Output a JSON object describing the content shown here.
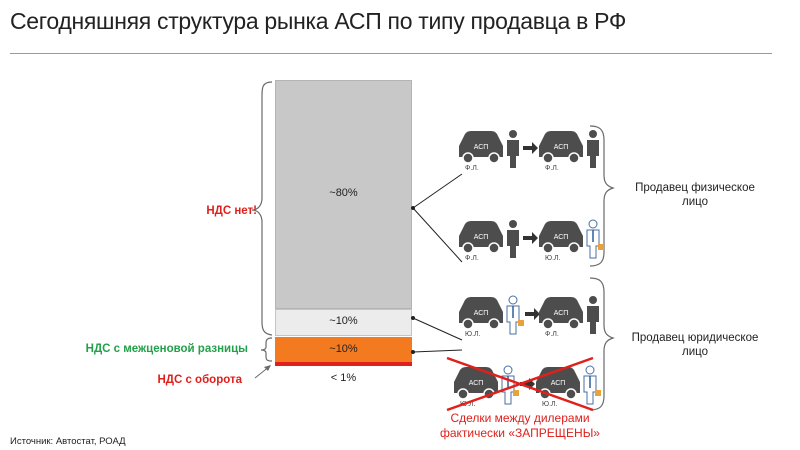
{
  "header": {
    "title": "Сегодняшняя структура рынка АСП по типу продавца в РФ"
  },
  "bar_segments": [
    {
      "pct_label": "~80%",
      "share": 0.8,
      "color": "#c8c8c8"
    },
    {
      "pct_label": "~10%",
      "share": 0.1,
      "color": "#ececec"
    },
    {
      "pct_label": "~10%",
      "share": 0.1,
      "color": "#f47a20"
    },
    {
      "pct_label": "< 1%",
      "share": 0.01,
      "color": "#e0201b"
    }
  ],
  "left_labels": {
    "no_vat": "НДС нет!",
    "vat_margin": "НДС с межценовой разницы",
    "vat_turnover": "НДС с оборота"
  },
  "sellers": {
    "individual": [
      "Продавец физическое",
      "лицо"
    ],
    "legal": [
      "Продавец юридическое",
      "лицо"
    ]
  },
  "icons": {
    "car_text": "АСП",
    "fl": "Ф.Л.",
    "ul": "Ю.Л."
  },
  "warning": [
    "Сделки между дилерами",
    "фактически «ЗАПРЕЩЕНЫ»"
  ],
  "source": "Источник: Автостат, РОАД",
  "colors": {
    "red": "#e0201b",
    "green": "#22a04a",
    "orange": "#f47a20",
    "gray": "#c8c8c8",
    "icon": "#4d4d4d"
  }
}
